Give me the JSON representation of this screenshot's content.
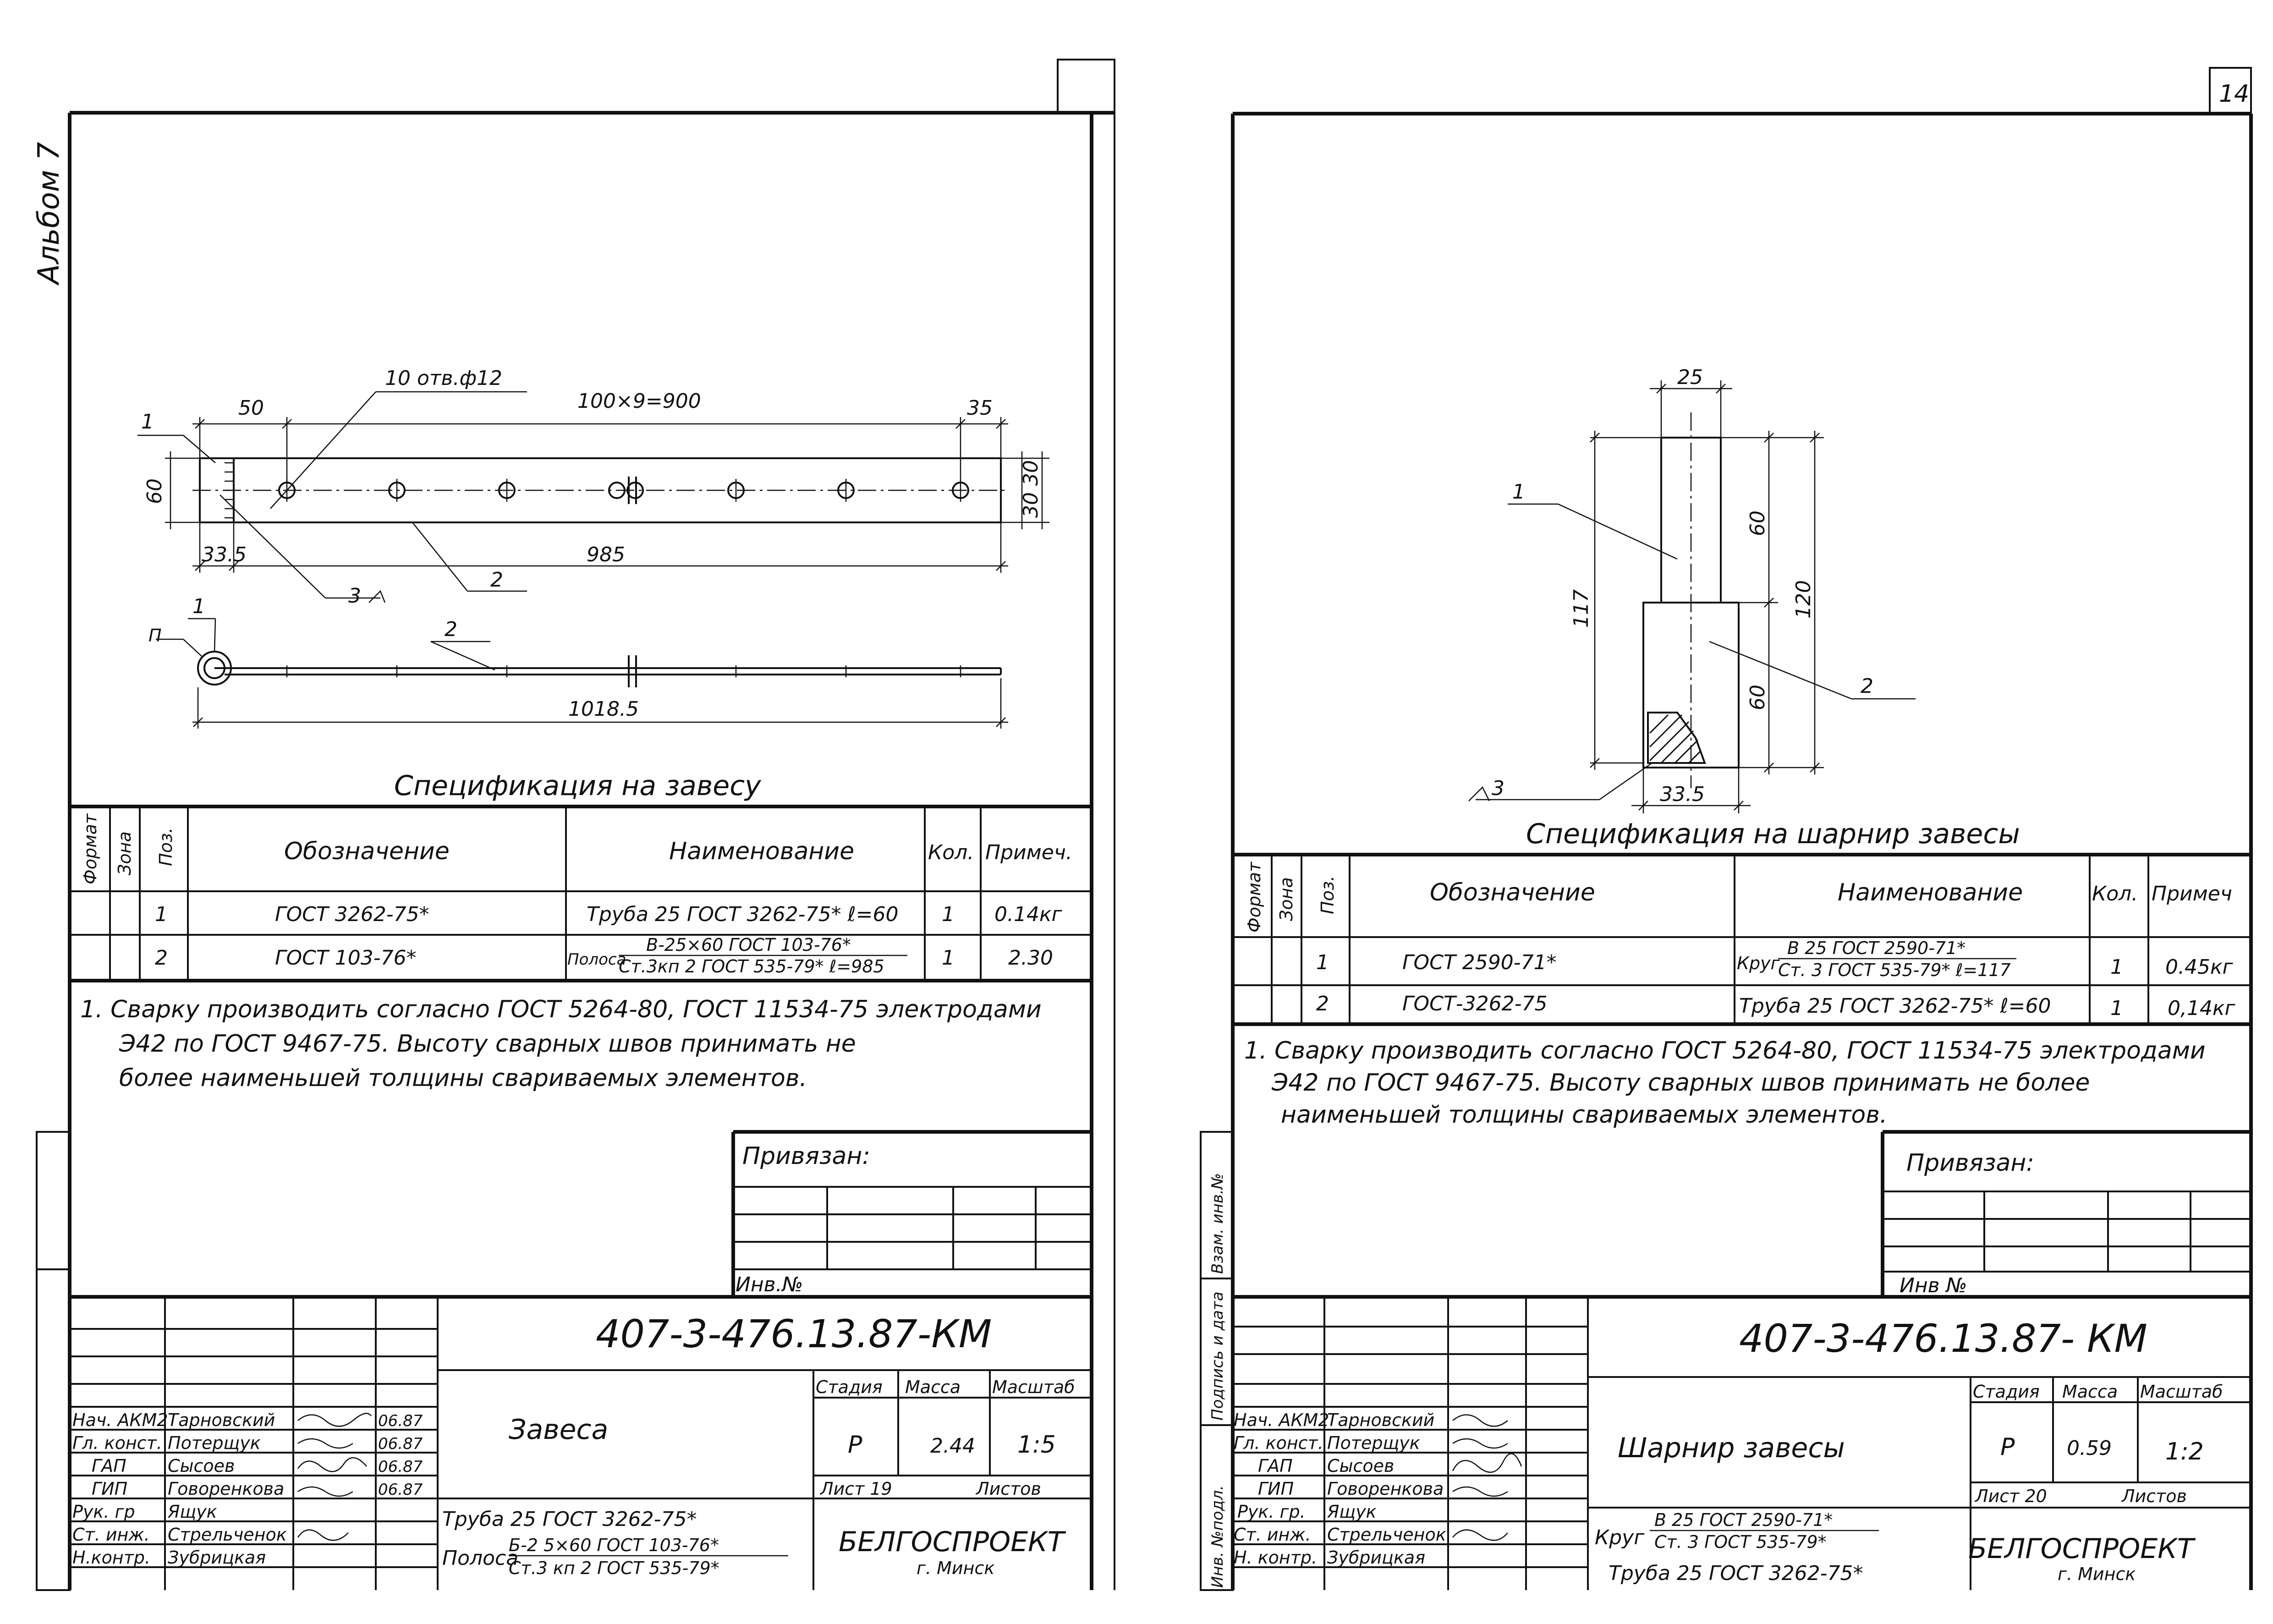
{
  "album_label": "Альбом 7",
  "page_number": "14",
  "left_sheet": {
    "dims": {
      "holes": "10 отв.ф12",
      "pitch": "100×9=900",
      "d50": "50",
      "d35": "35",
      "d60": "60",
      "d30a": "30",
      "d30b": "30",
      "d33_5": "33.5",
      "d985": "985",
      "d1018_5": "1018.5",
      "pos1a": "1",
      "pos2a": "2",
      "pos3": "3",
      "pos1b": "1",
      "pos2b": "2",
      "weld_b": "П"
    },
    "spec_title": "Спецификация на завесу",
    "spec_headers": {
      "format": "Формат",
      "zone": "Зона",
      "pos": "Поз.",
      "designation": "Обозначение",
      "name": "Наименование",
      "qty": "Кол.",
      "note": "Примеч."
    },
    "spec_rows": [
      {
        "pos": "1",
        "designation": "ГОСТ 3262-75*",
        "name": "Труба 25 ГОСТ 3262-75* ℓ=60",
        "name_prefix": "",
        "name_top": "",
        "qty": "1",
        "note": "0.14кг"
      },
      {
        "pos": "2",
        "designation": "ГОСТ 103-76*",
        "name_prefix": "Полоса",
        "name_top": "В-25×60 ГОСТ 103-76*",
        "name": "Ст.3кп 2 ГОСТ 535-79* ℓ=985",
        "qty": "1",
        "note": "2.30"
      }
    ],
    "notes": [
      "1. Сварку производить согласно ГОСТ 5264-80, ГОСТ 11534-75 электродами",
      "Э42 по ГОСТ 9467-75. Высоту сварных швов принимать не",
      "более наименьшей толщины свариваемых элементов."
    ],
    "bound_label": "Привязан:",
    "inv_label": "Инв.№",
    "code": "407-3-476.13.87-КМ",
    "sheet_title": "Завеса",
    "stage_header": "Стадия",
    "mass_header": "Масса",
    "scale_header": "Масштаб",
    "stage": "Р",
    "mass": "2.44",
    "scale": "1:5",
    "sheet_label": "Лист 19",
    "sheets_label": "Листов",
    "materials": [
      {
        "prefix": "",
        "top": "",
        "text": "Труба 25 ГОСТ 3262-75*"
      },
      {
        "prefix": "Полоса",
        "top": "Б-2 5×60 ГОСТ 103-76*",
        "text": "Ст.3 кп 2 ГОСТ 535-79*"
      }
    ],
    "org": "БЕЛГОСПРОЕКТ",
    "city": "г. Минск",
    "people": [
      {
        "role": "Нач. АКМ2",
        "name": "Тарновский",
        "date": "06.87"
      },
      {
        "role": "Гл. конст.",
        "name": "Потерщук",
        "date": "06.87"
      },
      {
        "role": "ГАП",
        "name": "Сысоев",
        "date": "06.87"
      },
      {
        "role": "ГИП",
        "name": "Говоренкова",
        "date": "06.87"
      },
      {
        "role": "Рук. гр",
        "name": "Ящук",
        "date": ""
      },
      {
        "role": "Ст. инж.",
        "name": "Стрельченок",
        "date": ""
      },
      {
        "role": "Н.контр.",
        "name": "Зубрицкая",
        "date": ""
      }
    ]
  },
  "right_sheet": {
    "dims": {
      "d25": "25",
      "d117": "117",
      "d60a": "60",
      "d120": "120",
      "d60b": "60",
      "d33_5": "33.5",
      "pos1": "1",
      "pos2": "2",
      "pos3": "3"
    },
    "spec_title": "Спецификация на шарнир завесы",
    "spec_headers": {
      "format": "Формат",
      "zone": "Зона",
      "pos": "Поз.",
      "designation": "Обозначение",
      "name": "Наименование",
      "qty": "Кол.",
      "note": "Примеч"
    },
    "spec_rows": [
      {
        "pos": "1",
        "designation": "ГОСТ 2590-71*",
        "name_prefix": "Круг",
        "name_top": "В 25 ГОСТ 2590-71*",
        "name": "Ст. 3 ГОСТ 535-79* ℓ=117",
        "qty": "1",
        "note": "0.45кг"
      },
      {
        "pos": "2",
        "designation": "ГОСТ-3262-75",
        "name_prefix": "",
        "name_top": "",
        "name": "Труба 25 ГОСТ 3262-75* ℓ=60",
        "qty": "1",
        "note": "0,14кг"
      }
    ],
    "notes": [
      "1. Сварку производить согласно ГОСТ 5264-80, ГОСТ 11534-75 электродами",
      "Э42 по ГОСТ 9467-75. Высоту сварных швов принимать не более",
      "наименьшей толщины свариваемых элементов."
    ],
    "bound_label": "Привязан:",
    "inv_label": "Инв №",
    "code": "407-3-476.13.87- КМ",
    "sheet_title": "Шарнир завесы",
    "stage_header": "Стадия",
    "mass_header": "Масса",
    "scale_header": "Масштаб",
    "stage": "Р",
    "mass": "0.59",
    "scale": "1:2",
    "sheet_label": "Лист 20",
    "sheets_label": "Листов",
    "materials": [
      {
        "prefix": "Круг",
        "top": "В 25 ГОСТ 2590-71*",
        "text": "Ст. 3 ГОСТ 535-79*"
      },
      {
        "prefix": "",
        "top": "",
        "text": "Труба 25 ГОСТ 3262-75*"
      }
    ],
    "org": "БЕЛГОСПРОЕКТ",
    "city": "г. Минск",
    "people": [
      {
        "role": "Нач. АКМ2",
        "name": "Тарновский",
        "date": ""
      },
      {
        "role": "Гл. конст.",
        "name": "Потерщук",
        "date": ""
      },
      {
        "role": "ГАП",
        "name": "Сысоев",
        "date": ""
      },
      {
        "role": "ГИП",
        "name": "Говоренкова",
        "date": ""
      },
      {
        "role": "Рук. гр.",
        "name": "Ящук",
        "date": ""
      },
      {
        "role": "Ст. инж.",
        "name": "Стрельченок",
        "date": ""
      },
      {
        "role": "Н. контр.",
        "name": "Зубрицкая",
        "date": ""
      }
    ],
    "side_stamp": [
      "Инв. №подл.",
      "Подпись и дата",
      "Взам. инв.№"
    ]
  }
}
